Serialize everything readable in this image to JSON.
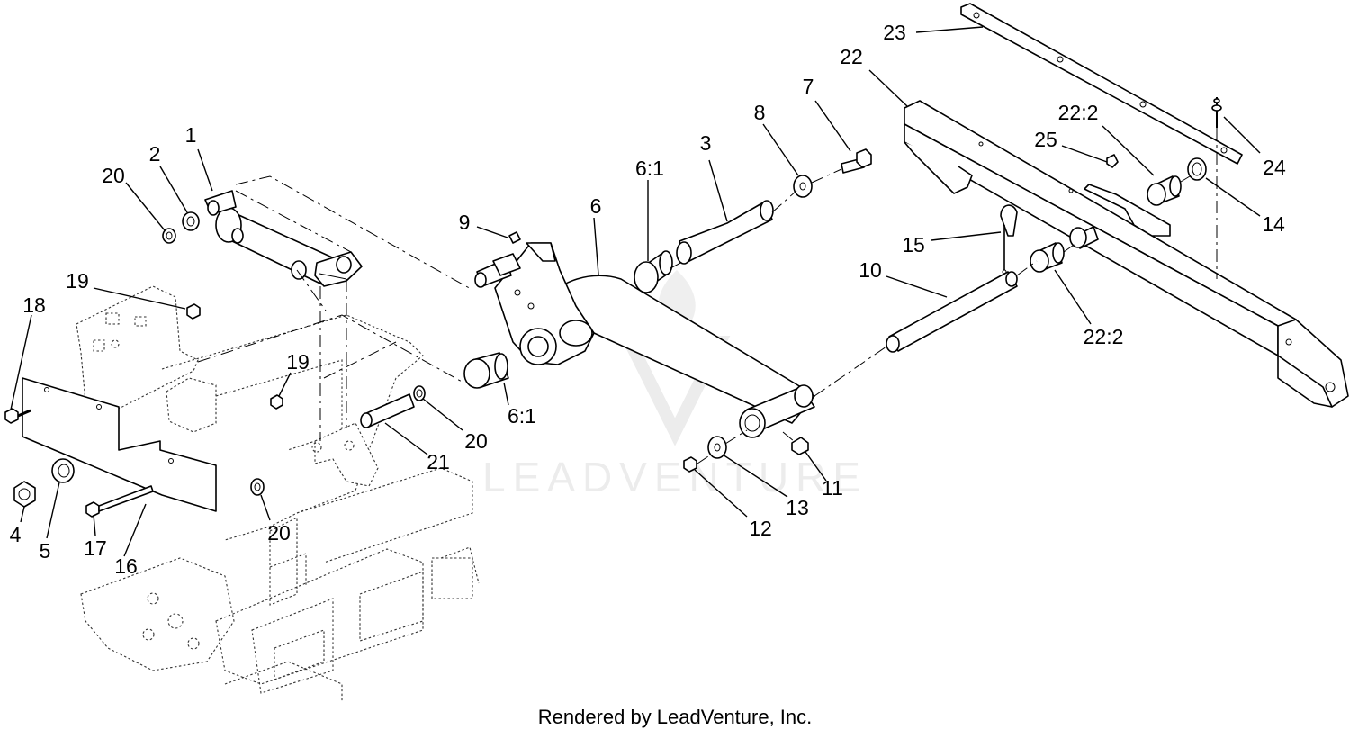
{
  "footer_text": "Rendered by LeadVenture, Inc.",
  "watermark_text": "LEADVENTURE",
  "callouts": [
    {
      "id": "c1",
      "text": "1"
    },
    {
      "id": "c2",
      "text": "2"
    },
    {
      "id": "c20a",
      "text": "20"
    },
    {
      "id": "c19a",
      "text": "19"
    },
    {
      "id": "c18",
      "text": "18"
    },
    {
      "id": "c19b",
      "text": "19"
    },
    {
      "id": "c20b",
      "text": "20"
    },
    {
      "id": "c21",
      "text": "21"
    },
    {
      "id": "c20c",
      "text": "20"
    },
    {
      "id": "c4",
      "text": "4"
    },
    {
      "id": "c5",
      "text": "5"
    },
    {
      "id": "c17",
      "text": "17"
    },
    {
      "id": "c16",
      "text": "16"
    },
    {
      "id": "c9",
      "text": "9"
    },
    {
      "id": "c6",
      "text": "6"
    },
    {
      "id": "c61a",
      "text": "6:1"
    },
    {
      "id": "c3",
      "text": "3"
    },
    {
      "id": "c8",
      "text": "8"
    },
    {
      "id": "c7",
      "text": "7"
    },
    {
      "id": "c61b",
      "text": "6:1"
    },
    {
      "id": "c23",
      "text": "23"
    },
    {
      "id": "c22",
      "text": "22"
    },
    {
      "id": "c222a",
      "text": "22:2"
    },
    {
      "id": "c25",
      "text": "25"
    },
    {
      "id": "c24",
      "text": "24"
    },
    {
      "id": "c14",
      "text": "14"
    },
    {
      "id": "c15",
      "text": "15"
    },
    {
      "id": "c10",
      "text": "10"
    },
    {
      "id": "c222b",
      "text": "22:2"
    },
    {
      "id": "c11",
      "text": "11"
    },
    {
      "id": "c13",
      "text": "13"
    },
    {
      "id": "c12",
      "text": "12"
    }
  ]
}
